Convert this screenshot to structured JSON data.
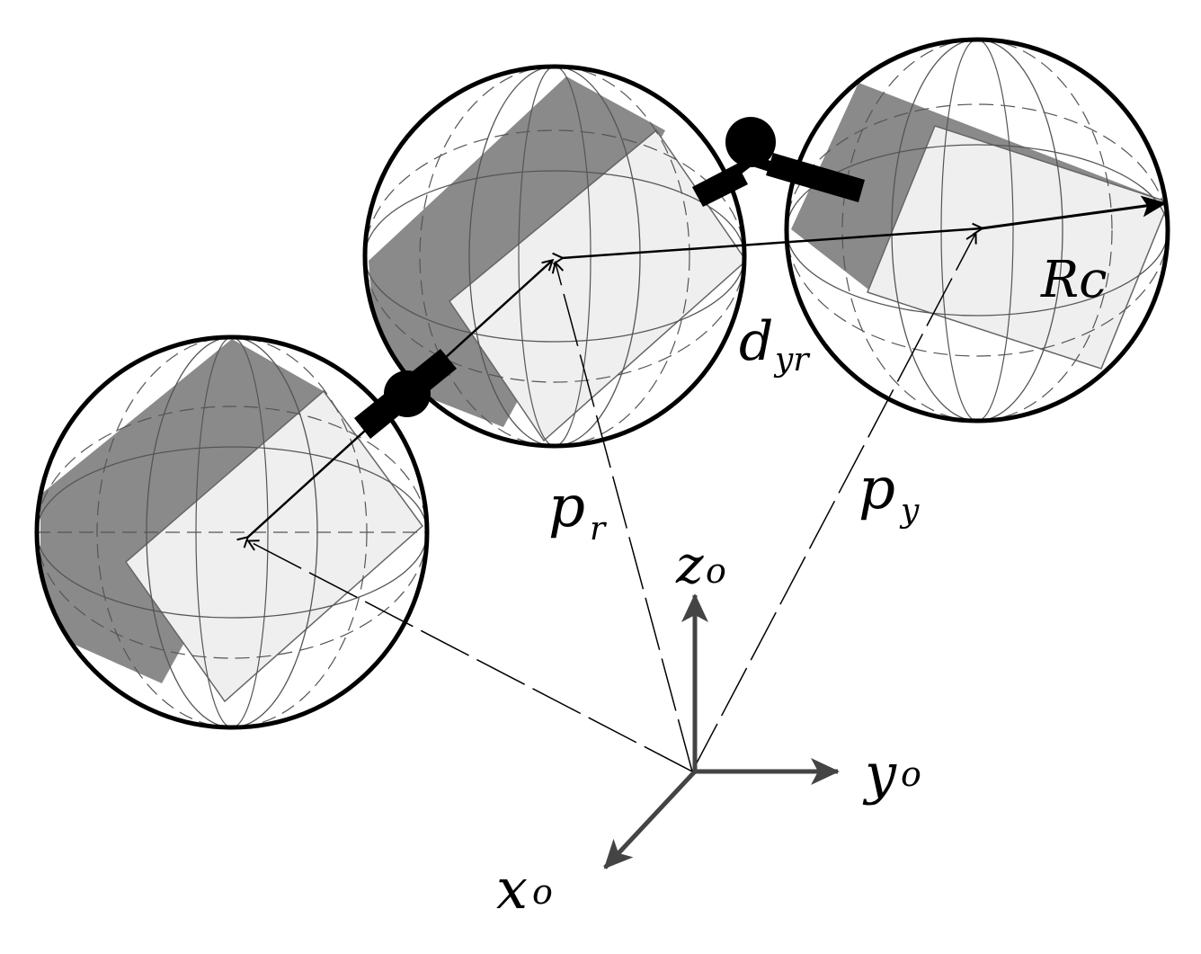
{
  "labels": {
    "rc": "Rc",
    "dyr_main": "d",
    "dyr_sub": "yr",
    "pr_main": "p",
    "pr_sub": "r",
    "py_main": "p",
    "py_sub": "y",
    "zo_main": "z",
    "zo_sub": "o",
    "yo_main": "y",
    "yo_sub": "o",
    "xo_main": "x",
    "xo_sub": "o"
  },
  "colors": {
    "outline": "#000000",
    "cube_dark": "#8a8a8a",
    "cube_light": "#efefef",
    "grid": "#555555",
    "axis_arrow": "#444444"
  }
}
